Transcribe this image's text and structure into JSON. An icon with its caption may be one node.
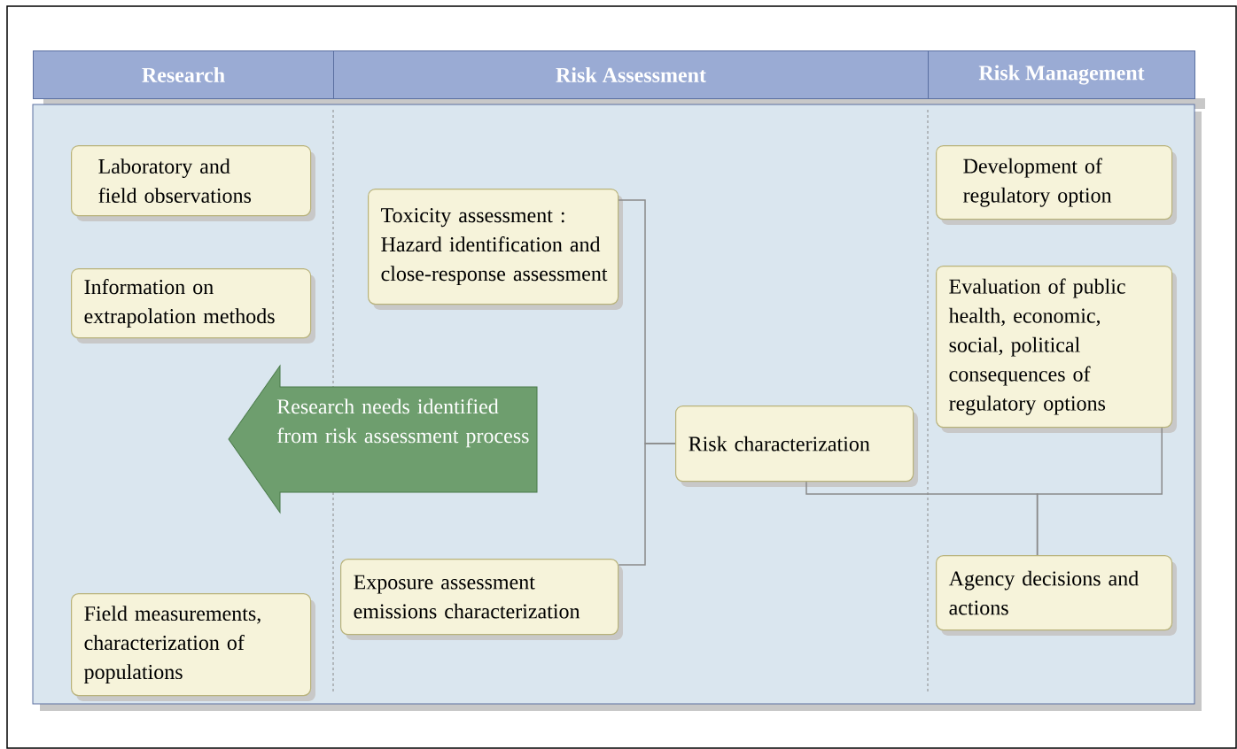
{
  "diagram": {
    "nodes": [
      {
        "text": [
          "Research"
        ]
      },
      {
        "text": [
          "Risk Assessment"
        ]
      },
      {
        "text": [
          "Risk Management"
        ]
      },
      {
        "text": [
          "Laboratory and field observations"
        ]
      },
      {
        "text": [
          "Information on extrapolation methods"
        ]
      },
      {
        "text": [
          "Field measurements, characterization of populations"
        ]
      },
      {
        "text": [
          "Toxicity assessment : Hazard identification and close-response assessment"
        ]
      },
      {
        "text": [
          "Research needs identified from risk assessment process"
        ]
      },
      {
        "text": [
          "Exposure assessment emissions characterization"
        ]
      },
      {
        "text": [
          "Risk characterization"
        ]
      },
      {
        "text": [
          "Development of regulatory option"
        ]
      },
      {
        "text": [
          "Evaluation of public health, economic, social, political consequences of regulatory options"
        ]
      },
      {
        "text": [
          "Agency decisions and actions"
        ]
      }
    ],
    "edges": [
      {
        "from": 6,
        "to": 9,
        "arrow": "none"
      },
      {
        "from": 8,
        "to": 9,
        "arrow": "none"
      },
      {
        "from": 9,
        "to": 12,
        "arrow": "none"
      },
      {
        "from": 11,
        "to": 12,
        "arrow": "none"
      }
    ]
  }
}
